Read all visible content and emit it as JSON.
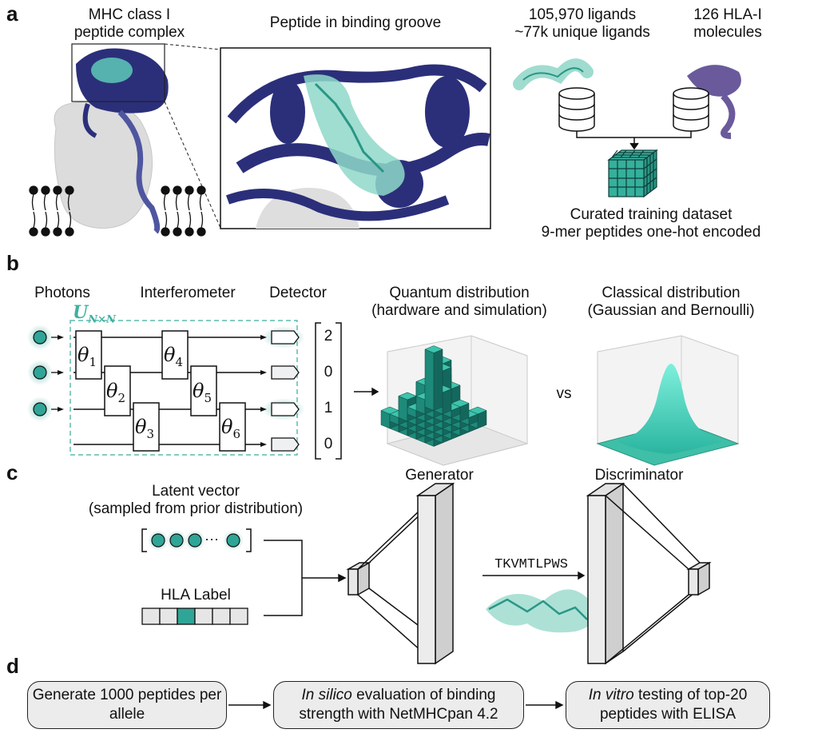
{
  "panels": {
    "a": {
      "letter": "a",
      "mhc_label_1": "MHC class I",
      "mhc_label_2": "peptide complex",
      "groove_label": "Peptide in binding groove",
      "ligands_1": "105,970 ligands",
      "ligands_2": "~77k unique ligands",
      "hla_1": "126 HLA-I",
      "hla_2": "molecules",
      "dataset_1": "Curated training dataset",
      "dataset_2": "9-mer peptides one-hot encoded"
    },
    "b": {
      "letter": "b",
      "photons": "Photons",
      "interferometer": "Interferometer",
      "detector": "Detector",
      "unitary": "U",
      "unitary_sub": "N×N",
      "thetas": [
        "1",
        "2",
        "3",
        "4",
        "5",
        "6"
      ],
      "theta_symbol": "θ",
      "detector_vector": [
        "2",
        "0",
        "1",
        "0"
      ],
      "quantum_1": "Quantum distribution",
      "quantum_2": "(hardware and simulation)",
      "classical_1": "Classical distribution",
      "classical_2": "(Gaussian and Bernoulli)",
      "vs": "vs"
    },
    "c": {
      "letter": "c",
      "latent_1": "Latent vector",
      "latent_2": "(sampled from prior distribution)",
      "hla_label": "HLA Label",
      "generator": "Generator",
      "discriminator": "Discriminator",
      "peptide_seq": "TKVMTLPWS",
      "latent_ellipsis": "···"
    },
    "d": {
      "letter": "d",
      "step1": "Generate 1000 peptides per allele",
      "step2_em": "In silico",
      "step2_rest": " evaluation of binding strength with NetMHCpan 4.2",
      "step3_em": "In vitro",
      "step3_rest": " testing of top-20 peptides with ELISA"
    }
  },
  "colors": {
    "teal": "#2fa597",
    "teal_light": "#a9e0d6",
    "navy": "#2b2f7a",
    "gray": "#d8d8d8"
  }
}
